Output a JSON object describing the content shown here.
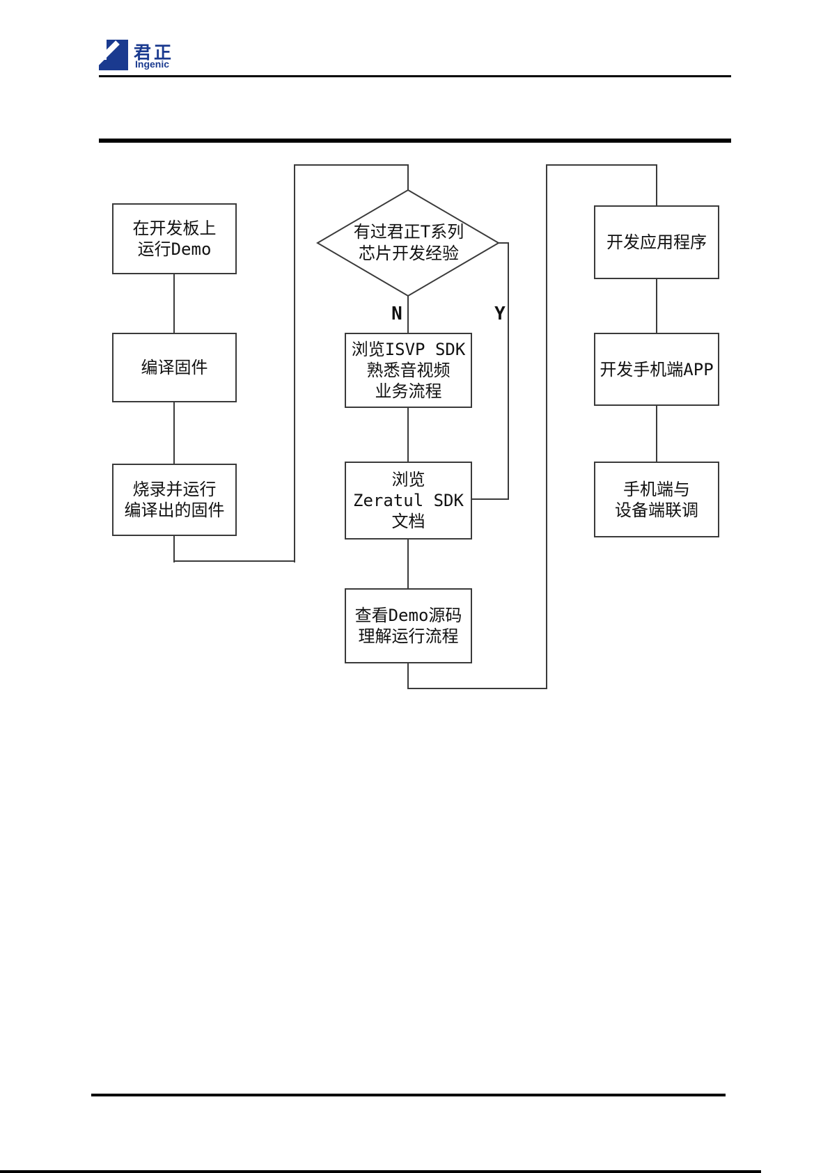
{
  "header": {
    "logo": {
      "cn": "君正",
      "en": "Ingenic"
    }
  },
  "flowchart": {
    "decision": {
      "lines": [
        "有过君正T系列",
        "芯片开发经验"
      ],
      "no_label": "N",
      "yes_label": "Y"
    },
    "left_column": [
      {
        "name": "run-demo-on-board",
        "lines": [
          "在开发板上",
          "运行Demo"
        ]
      },
      {
        "name": "compile-firmware",
        "lines": [
          "编译固件"
        ]
      },
      {
        "name": "flash-and-run-firmware",
        "lines": [
          "烧录并运行",
          "编译出的固件"
        ]
      }
    ],
    "middle_column": [
      {
        "name": "browse-isvp-sdk",
        "lines": [
          "浏览ISVP SDK",
          "熟悉音视频",
          "业务流程"
        ]
      },
      {
        "name": "browse-zeratul-sdk",
        "lines": [
          "浏览",
          "Zeratul SDK",
          "文档"
        ]
      },
      {
        "name": "read-demo-source",
        "lines": [
          "查看Demo源码",
          "理解运行流程"
        ]
      }
    ],
    "right_column": [
      {
        "name": "develop-application",
        "lines": [
          "开发应用程序"
        ]
      },
      {
        "name": "develop-mobile-app",
        "lines": [
          "开发手机端APP"
        ]
      },
      {
        "name": "device-phone-joint-debug",
        "lines": [
          "手机端与",
          "设备端联调"
        ]
      }
    ]
  },
  "colors": {
    "brand_navy": "#1a3a8f",
    "line_dark": "#3a3a3a",
    "rule_black": "#000000",
    "background": "#ffffff"
  }
}
